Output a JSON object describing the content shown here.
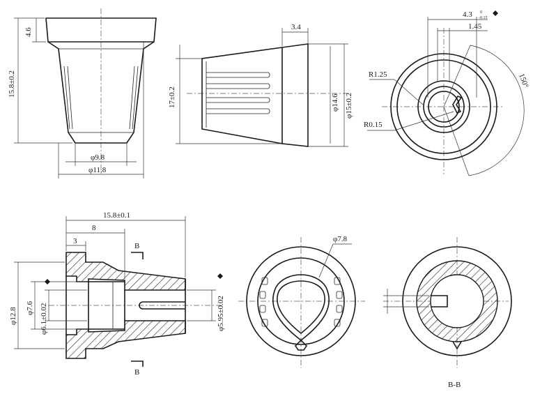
{
  "views": {
    "front": {
      "height_upper": "4.6",
      "height_total": "15.8±0.2",
      "dia_bottom": "φ9.8",
      "dia_outer": "φ11.8"
    },
    "side": {
      "top_len": "3.4",
      "height": "17±0.2",
      "dia_inner": "φ14.6",
      "dia_outer": "φ15±0.2"
    },
    "end": {
      "dim_top": "4.3",
      "tol_upper": "0",
      "tol_lower": "-0.15",
      "dim_second": "1.45",
      "radius_1": "R1.25",
      "radius_2": "R0.15",
      "angle": "150°"
    },
    "section": {
      "length_total": "15.8±0.1",
      "length_8": "8",
      "length_3": "3",
      "section_mark": "B",
      "dia_outer": "φ12.8",
      "dia_76": "φ7.6",
      "dia_61": "φ6.1±0.02",
      "dia_595": "φ5.95±0.02"
    },
    "bottom": {
      "dia": "φ7.8"
    },
    "bb": {
      "label": "B-B"
    }
  }
}
